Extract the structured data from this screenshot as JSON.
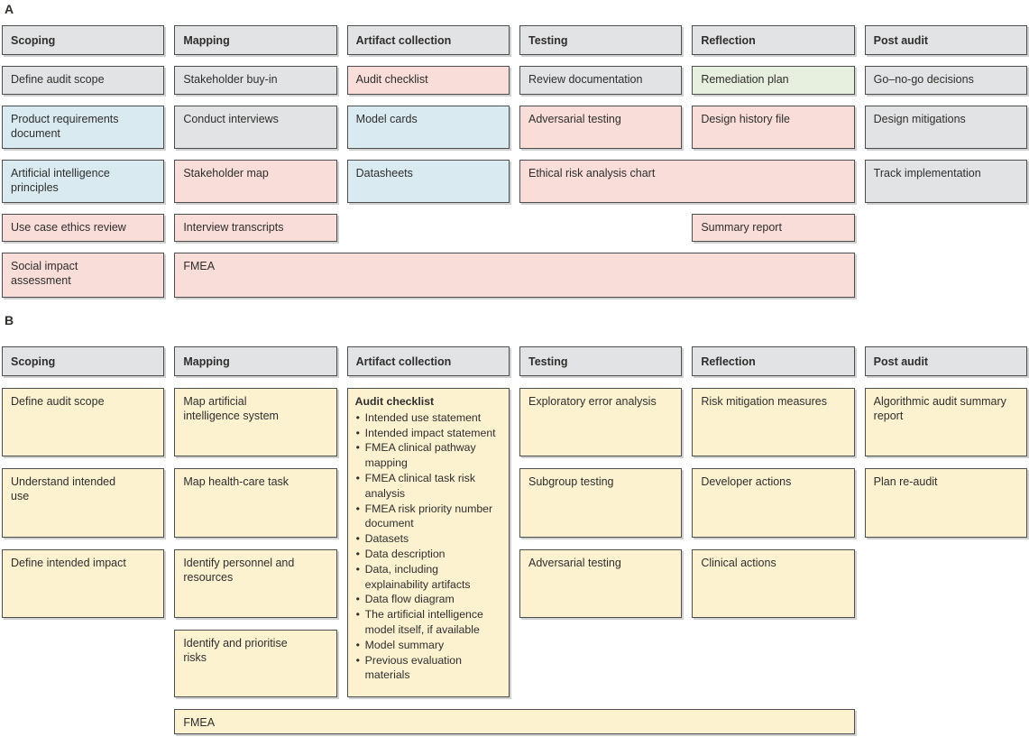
{
  "colors": {
    "gray": "#e2e3e4",
    "blue": "#d9eaf1",
    "pink": "#f8ddd8",
    "green": "#e7efdf",
    "cream": "#fcf2d0",
    "border": "#4d4e50",
    "text": "#2f2e2d"
  },
  "panels": [
    {
      "label": "A",
      "boxes": [
        {
          "name": "header-scoping",
          "label": "Scoping",
          "fill": "gray",
          "col": 1,
          "row": 1,
          "header": true
        },
        {
          "name": "header-mapping",
          "label": "Mapping",
          "fill": "gray",
          "col": 2,
          "row": 1,
          "header": true
        },
        {
          "name": "header-artifact-collection",
          "label": "Artifact collection",
          "fill": "gray",
          "col": 3,
          "row": 1,
          "header": true
        },
        {
          "name": "header-testing",
          "label": "Testing",
          "fill": "gray",
          "col": 4,
          "row": 1,
          "header": true
        },
        {
          "name": "header-reflection",
          "label": "Reflection",
          "fill": "gray",
          "col": 5,
          "row": 1,
          "header": true
        },
        {
          "name": "header-post-audit",
          "label": "Post audit",
          "fill": "gray",
          "col": 6,
          "row": 1,
          "header": true
        },
        {
          "name": "box-define-audit-scope",
          "label": "Define audit scope",
          "fill": "gray",
          "col": 1,
          "row": 2
        },
        {
          "name": "box-stakeholder-buy-in",
          "label": "Stakeholder buy-in",
          "fill": "gray",
          "col": 2,
          "row": 2
        },
        {
          "name": "box-audit-checklist",
          "label": "Audit checklist",
          "fill": "pink",
          "col": 3,
          "row": 2
        },
        {
          "name": "box-review-documentation",
          "label": "Review documentation",
          "fill": "gray",
          "col": 4,
          "row": 2
        },
        {
          "name": "box-remediation-plan",
          "label": "Remediation plan",
          "fill": "green",
          "col": 5,
          "row": 2
        },
        {
          "name": "box-go-no-go-decisions",
          "label": "Go–no-go decisions",
          "fill": "gray",
          "col": 6,
          "row": 2
        },
        {
          "name": "box-product-requirements-document",
          "label": "Product requirements\ndocument",
          "fill": "blue",
          "col": 1,
          "row": 3
        },
        {
          "name": "box-conduct-interviews",
          "label": "Conduct interviews",
          "fill": "gray",
          "col": 2,
          "row": 3
        },
        {
          "name": "box-model-cards",
          "label": "Model cards",
          "fill": "blue",
          "col": 3,
          "row": 3
        },
        {
          "name": "box-adversarial-testing",
          "label": "Adversarial testing",
          "fill": "pink",
          "col": 4,
          "row": 3
        },
        {
          "name": "box-design-history-file",
          "label": "Design history file",
          "fill": "pink",
          "col": 5,
          "row": 3
        },
        {
          "name": "box-design-mitigations",
          "label": "Design mitigations",
          "fill": "gray",
          "col": 6,
          "row": 3
        },
        {
          "name": "box-ai-principles",
          "label": "Artificial intelligence\nprinciples",
          "fill": "blue",
          "col": 1,
          "row": 4
        },
        {
          "name": "box-stakeholder-map",
          "label": "Stakeholder map",
          "fill": "pink",
          "col": 2,
          "row": 4
        },
        {
          "name": "box-datasheets",
          "label": "Datasheets",
          "fill": "blue",
          "col": 3,
          "row": 4
        },
        {
          "name": "box-ethical-risk-analysis-chart",
          "label": "Ethical risk analysis chart",
          "fill": "pink",
          "col": 4,
          "row": 4,
          "colSpan": 2
        },
        {
          "name": "box-track-implementation",
          "label": "Track implementation",
          "fill": "gray",
          "col": 6,
          "row": 4
        },
        {
          "name": "box-use-case-ethics-review",
          "label": "Use case ethics review",
          "fill": "pink",
          "col": 1,
          "row": 5
        },
        {
          "name": "box-interview-transcripts",
          "label": "Interview transcripts",
          "fill": "pink",
          "col": 2,
          "row": 5
        },
        {
          "name": "box-summary-report",
          "label": "Summary report",
          "fill": "pink",
          "col": 5,
          "row": 5
        },
        {
          "name": "box-social-impact-assessment",
          "label": "Social impact\nassessment",
          "fill": "pink",
          "col": 1,
          "row": 6
        },
        {
          "name": "box-fmea-span",
          "label": "FMEA",
          "fill": "pink",
          "col": 2,
          "row": 6,
          "colSpan": 4
        }
      ]
    },
    {
      "label": "B",
      "boxes": [
        {
          "name": "header-scoping",
          "label": "Scoping",
          "fill": "gray",
          "col": 1,
          "row": 1,
          "header": true
        },
        {
          "name": "header-mapping",
          "label": "Mapping",
          "fill": "gray",
          "col": 2,
          "row": 1,
          "header": true
        },
        {
          "name": "header-artifact-collection",
          "label": "Artifact collection",
          "fill": "gray",
          "col": 3,
          "row": 1,
          "header": true
        },
        {
          "name": "header-testing",
          "label": "Testing",
          "fill": "gray",
          "col": 4,
          "row": 1,
          "header": true
        },
        {
          "name": "header-reflection",
          "label": "Reflection",
          "fill": "gray",
          "col": 5,
          "row": 1,
          "header": true
        },
        {
          "name": "header-post-audit",
          "label": "Post audit",
          "fill": "gray",
          "col": 6,
          "row": 1,
          "header": true
        },
        {
          "name": "box-define-audit-scope",
          "label": "Define audit scope",
          "fill": "cream",
          "col": 1,
          "row": 2
        },
        {
          "name": "box-understand-intended-use",
          "label": "Understand intended\nuse",
          "fill": "cream",
          "col": 1,
          "row": 3
        },
        {
          "name": "box-define-intended-impact",
          "label": "Define intended impact",
          "fill": "cream",
          "col": 1,
          "row": 4
        },
        {
          "name": "box-map-ai-system",
          "label": "Map artificial\nintelligence system",
          "fill": "cream",
          "col": 2,
          "row": 2
        },
        {
          "name": "box-map-health-care-task",
          "label": "Map health-care task",
          "fill": "cream",
          "col": 2,
          "row": 3
        },
        {
          "name": "box-identify-personnel-and-resources",
          "label": "Identify personnel and\nresources",
          "fill": "cream",
          "col": 2,
          "row": 4
        },
        {
          "name": "box-identify-and-prioritise-risks",
          "label": "Identify and prioritise\nrisks",
          "fill": "cream",
          "col": 2,
          "row": 5
        },
        {
          "name": "box-audit-checklist",
          "label": "Audit checklist",
          "fill": "cream",
          "col": 3,
          "row": 2,
          "rowSpan": 4,
          "bullets": [
            "Intended use statement",
            "Intended impact statement",
            "FMEA clinical pathway\nmapping",
            "FMEA clinical task risk\nanalysis",
            "FMEA risk priority number\ndocument",
            "Datasets",
            "Data description",
            "Data, including\nexplainability artifacts",
            "Data flow diagram",
            "The artificial intelligence\nmodel itself, if available",
            "Model summary",
            "Previous evaluation\nmaterials"
          ]
        },
        {
          "name": "box-exploratory-error-analysis",
          "label": "Exploratory error analysis",
          "fill": "cream",
          "col": 4,
          "row": 2
        },
        {
          "name": "box-subgroup-testing",
          "label": "Subgroup testing",
          "fill": "cream",
          "col": 4,
          "row": 3
        },
        {
          "name": "box-adversarial-testing",
          "label": "Adversarial testing",
          "fill": "cream",
          "col": 4,
          "row": 4
        },
        {
          "name": "box-risk-mitigation-measures",
          "label": "Risk mitigation measures",
          "fill": "cream",
          "col": 5,
          "row": 2
        },
        {
          "name": "box-developer-actions",
          "label": "Developer actions",
          "fill": "cream",
          "col": 5,
          "row": 3
        },
        {
          "name": "box-clinical-actions",
          "label": "Clinical actions",
          "fill": "cream",
          "col": 5,
          "row": 4
        },
        {
          "name": "box-algorithmic-audit-summary-report",
          "label": "Algorithmic audit summary\nreport",
          "fill": "cream",
          "col": 6,
          "row": 2
        },
        {
          "name": "box-plan-re-audit",
          "label": "Plan re-audit",
          "fill": "cream",
          "col": 6,
          "row": 3
        },
        {
          "name": "box-fmea-span",
          "label": "FMEA",
          "fill": "cream",
          "col": 2,
          "row": 6,
          "colSpan": 4
        }
      ]
    }
  ]
}
